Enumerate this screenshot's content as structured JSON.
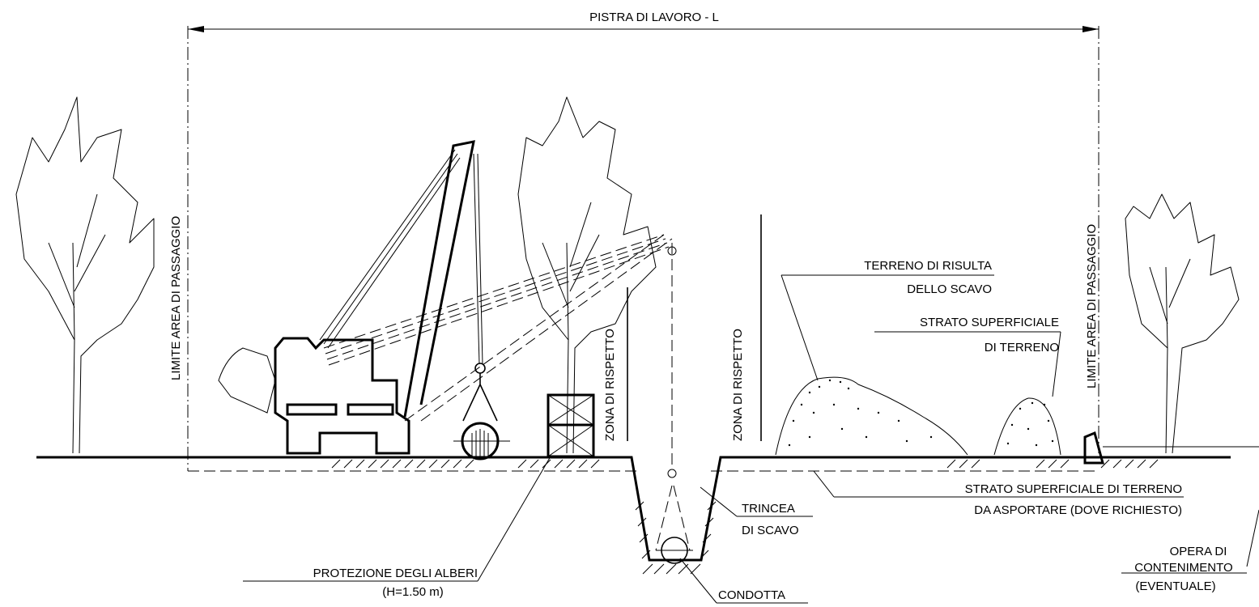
{
  "diagram": {
    "title": "PISTRA DI LAVORO - L",
    "labels": {
      "limit_left": "LIMITE AREA DI PASSAGGIO",
      "limit_right": "LIMITE AREA DI PASSAGGIO",
      "respect_zone_left": "ZONA DI RISPETTO",
      "respect_zone_right": "ZONA DI RISPETTO",
      "spoil_line1": "TERRENO DI RISULTA",
      "spoil_line2": "DELLO SCAVO",
      "topsoil_line1": "STRATO SUPERFICIALE",
      "topsoil_line2": "DI TERRENO",
      "strip_line1": "STRATO SUPERFICIALE DI TERRENO",
      "strip_line2": "DA ASPORTARE (DOVE RICHIESTO)",
      "trench_line1": "TRINCEA",
      "trench_line2": "DI SCAVO",
      "retaining_line1": "OPERA DI",
      "retaining_line2": "CONTENIMENTO",
      "retaining_line3": "(EVENTUALE)",
      "tree_protection_line1": "PROTEZIONE DEGLI ALBERI",
      "tree_protection_line2": "(H=1.50 m)",
      "pipeline": "CONDOTTA"
    }
  }
}
